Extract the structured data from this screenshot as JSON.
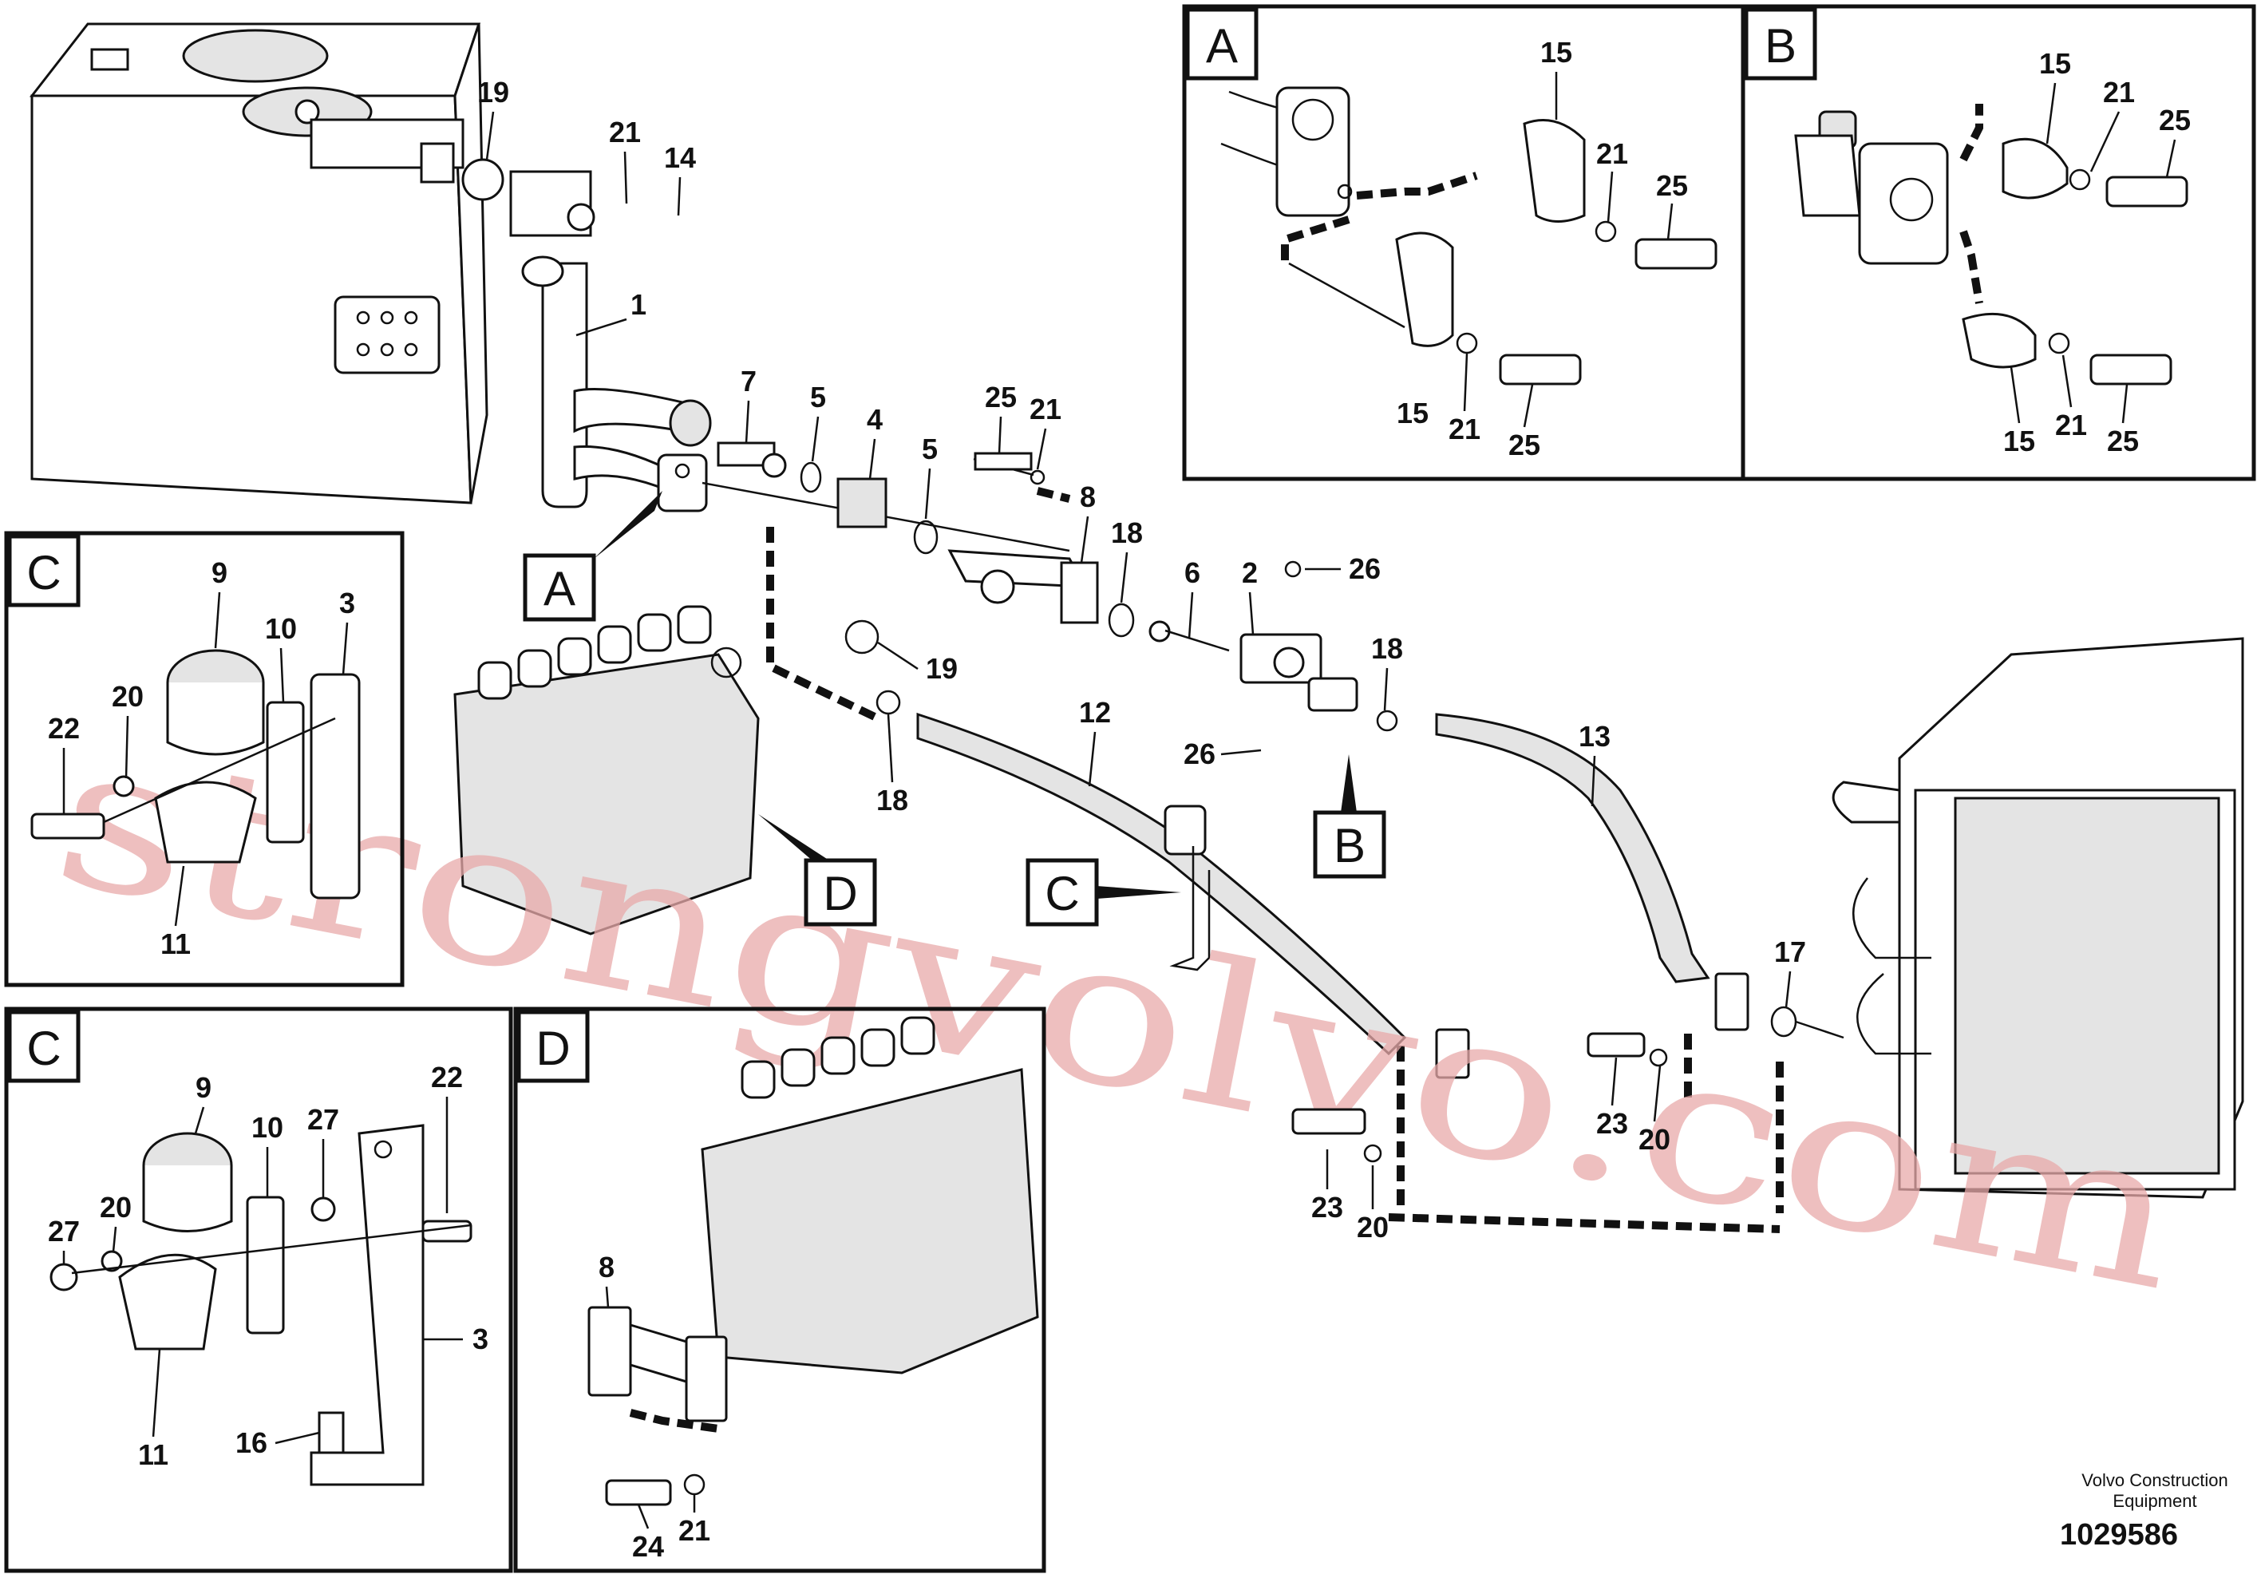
{
  "detail_views": {
    "A": "A",
    "B": "B",
    "C_top": "C",
    "C_bottom": "C",
    "D": "D"
  },
  "callouts": {
    "main_A": "A",
    "main_B": "B",
    "main_C": "C",
    "main_D": "D"
  },
  "part_numbers": {
    "p1": "1",
    "p2": "2",
    "p4": "4",
    "p5a": "5",
    "p5b": "5",
    "p6": "6",
    "p7": "7",
    "p8": "8",
    "p12": "12",
    "p13": "13",
    "p14": "14",
    "p17": "17",
    "p18a": "18",
    "p18b": "18",
    "p18c": "18",
    "p19a": "19",
    "p19b": "19",
    "p20a": "20",
    "p20b": "20",
    "p21a": "21",
    "p21b": "21",
    "p23a": "23",
    "p23b": "23",
    "p25": "25",
    "p26a": "26",
    "p26b": "26",
    "A15a": "15",
    "A15b": "15",
    "A21a": "21",
    "A21b": "21",
    "A25a": "25",
    "A25b": "25",
    "B15a": "15",
    "B15b": "15",
    "B21a": "21",
    "B21b": "21",
    "B25a": "25",
    "B25b": "25",
    "C1_9": "9",
    "C1_10": "10",
    "C1_3": "3",
    "C1_22": "22",
    "C1_20": "20",
    "C1_11": "11",
    "C2_9": "9",
    "C2_10": "10",
    "C2_27a": "27",
    "C2_27b": "27",
    "C2_22": "22",
    "C2_20": "20",
    "C2_3": "3",
    "C2_11": "11",
    "C2_16": "16",
    "D_8": "8",
    "D_24": "24",
    "D_21": "21"
  },
  "watermark": "strongvolvo.com",
  "footer": {
    "brand_line1": "Volvo Construction",
    "brand_line2": "Equipment",
    "diagram_number": "1029586"
  }
}
